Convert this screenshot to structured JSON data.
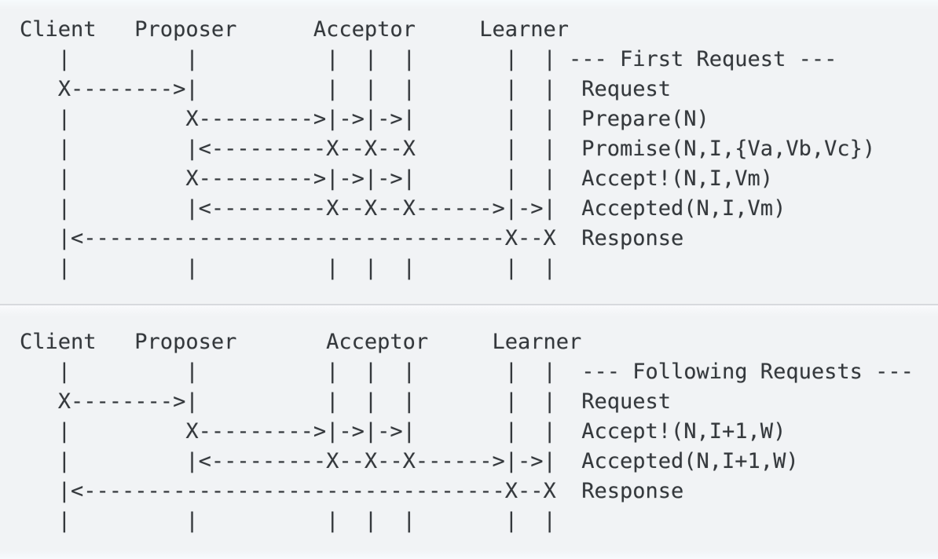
{
  "colors": {
    "background": "#f1f3f5",
    "text": "#34383c",
    "divider": "#d8dadd",
    "edge_strips": "#f6fafd"
  },
  "diagrams": [
    {
      "name": "first-request",
      "caption": "--- First Request ---",
      "roles": [
        "Client",
        "Proposer",
        "Acceptor",
        "Learner"
      ],
      "messages": [
        "Request",
        "Prepare(N)",
        "Promise(N,I,{Va,Vb,Vc})",
        "Accept!(N,I,Vm)",
        "Accepted(N,I,Vm)",
        "Response"
      ],
      "lines": [
        "Client   Proposer      Acceptor     Learner",
        "   |         |          |  |  |       |  | --- First Request ---",
        "   X-------->|          |  |  |       |  |  Request",
        "   |         X--------->|->|->|       |  |  Prepare(N)",
        "   |         |<---------X--X--X       |  |  Promise(N,I,{Va,Vb,Vc})",
        "   |         X--------->|->|->|       |  |  Accept!(N,I,Vm)",
        "   |         |<---------X--X--X------>|->|  Accepted(N,I,Vm)",
        "   |<---------------------------------X--X  Response",
        "   |         |          |  |  |       |  |"
      ]
    },
    {
      "name": "following-requests",
      "caption": "--- Following Requests ---",
      "roles": [
        "Client",
        "Proposer",
        "Acceptor",
        "Learner"
      ],
      "messages": [
        "Request",
        "Accept!(N,I+1,W)",
        "Accepted(N,I+1,W)",
        "Response"
      ],
      "lines": [
        "Client   Proposer       Acceptor     Learner",
        "   |         |          |  |  |       |  |  --- Following Requests ---",
        "   X-------->|          |  |  |       |  |  Request",
        "   |         X--------->|->|->|       |  |  Accept!(N,I+1,W)",
        "   |         |<---------X--X--X------>|->|  Accepted(N,I+1,W)",
        "   |<---------------------------------X--X  Response",
        "   |         |          |  |  |       |  |"
      ]
    }
  ]
}
